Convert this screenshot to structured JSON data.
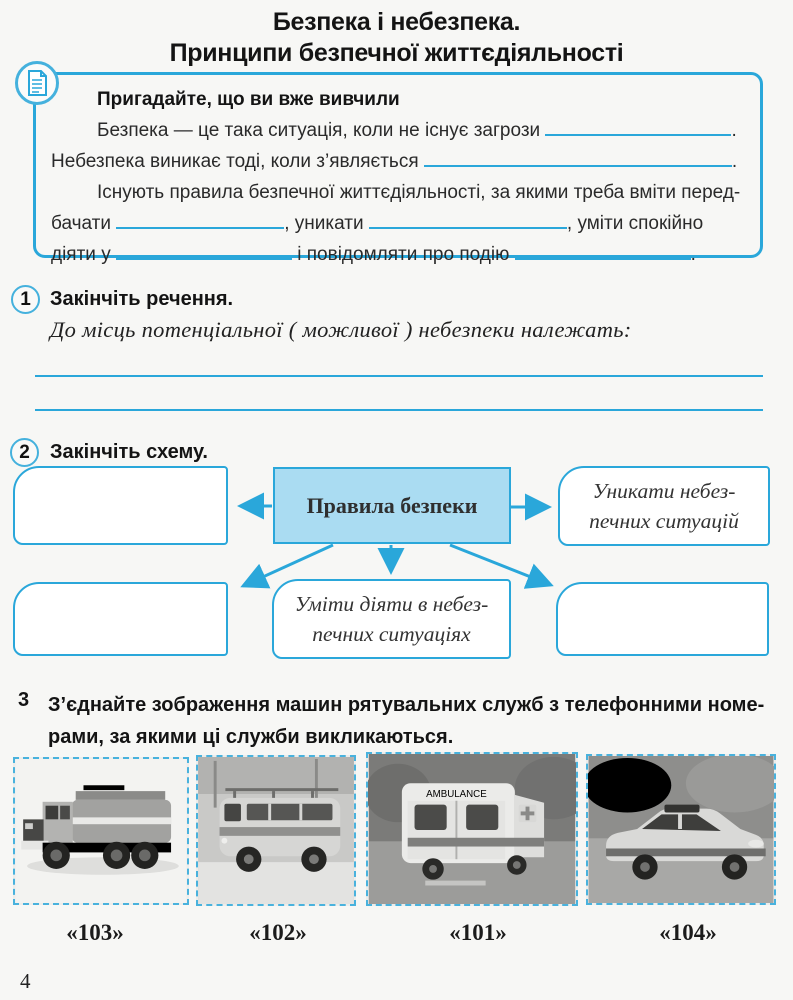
{
  "accent_color": "#2aa7da",
  "scheme_fill_color": "#aadcf2",
  "title": {
    "line1": "Безпека і небезпека.",
    "line2": "Принципи безпечної життєдіяльності"
  },
  "intro_box": {
    "icon": "document-icon",
    "heading": "Пригадайте, що ви вже вивчили",
    "sentence1_pre": "Безпека — це така ситуація, коли не існує загрози",
    "sentence1_end": ".",
    "sentence2_pre": "Небезпека виникає тоді, коли з’являється",
    "sentence2_end": ".",
    "sentence3": "Існують правила безпечної життєдіяльності, за якими треба вміти перед-",
    "sentence4_a": "бачати",
    "sentence4_b": ", уникати",
    "sentence4_c": ", уміти спокійно",
    "sentence5_a": "діяти у",
    "sentence5_b": "і повідомляти про подію",
    "sentence5_end": "."
  },
  "exercise1": {
    "number": "1",
    "heading": "Закінчіть речення.",
    "prompt": "До місць потенціальної ( можливої ) небезпеки належать:"
  },
  "exercise2": {
    "number": "2",
    "heading": "Закінчіть схему.",
    "center_box": "Правила безпеки",
    "right_box": "Уникати небез-\nпечних ситуацій",
    "bottom_center_box": "Уміти діяти в небез-\nпечних ситуаціях"
  },
  "exercise3": {
    "number": "3",
    "heading": "З’єднайте зображення машин рятувальних служб з телефонними номе-\nрами, за якими ці служби викликаються.",
    "ambulance_label": "AMBULANCE",
    "photos": [
      "fire-truck-photo",
      "service-van-photo",
      "ambulance-photo",
      "police-car-photo"
    ],
    "phone_numbers": [
      "«103»",
      "«102»",
      "«101»",
      "«104»"
    ]
  },
  "page_number": "4"
}
